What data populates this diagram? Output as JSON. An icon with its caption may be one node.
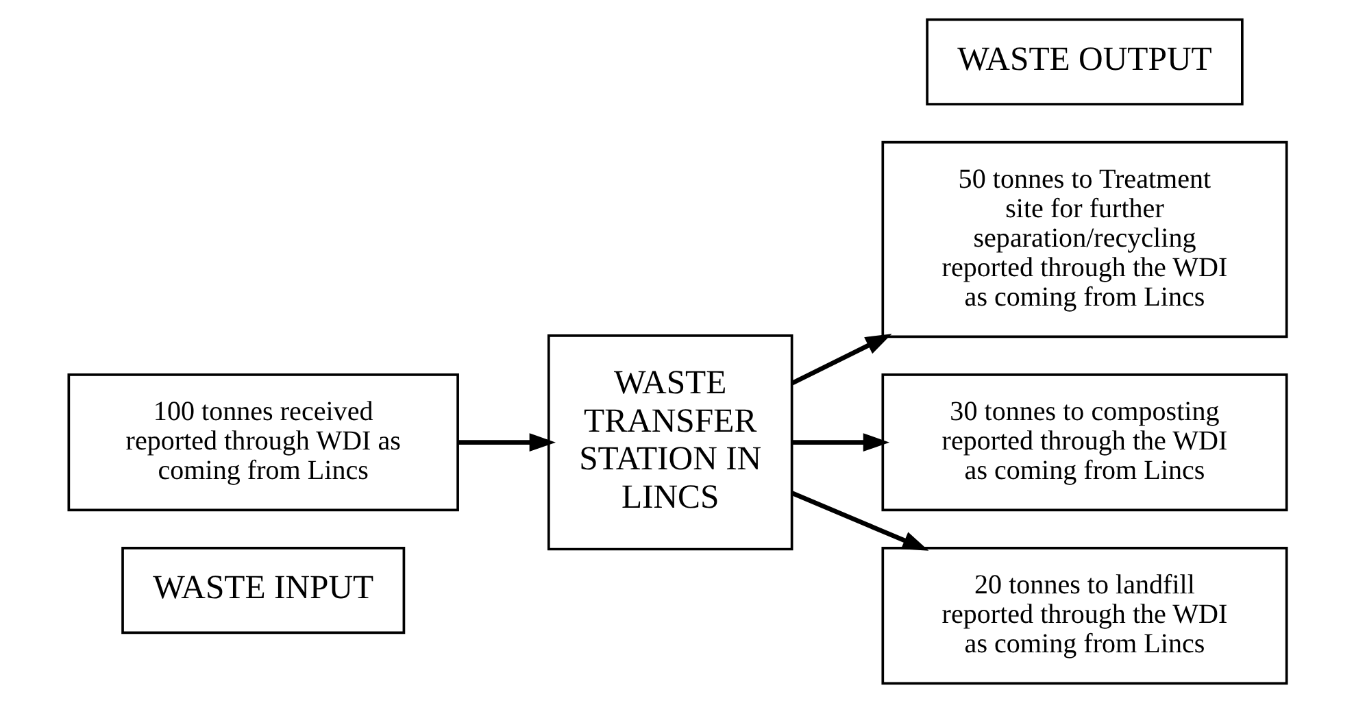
{
  "diagram": {
    "nodes": [
      {
        "text": [
          "WASTE INPUT"
        ]
      },
      {
        "text": [
          "100 tonnes received reported through WDI as coming from Lincs"
        ]
      },
      {
        "text": [
          "WASTE TRANSFER STATION IN LINCS"
        ]
      },
      {
        "text": [
          "50 tonnes to Treatment site for further separation/recycling reported through the WDI as coming from Lincs"
        ]
      },
      {
        "text": [
          "30 tonnes to composting reported through the WDI as coming from Lincs"
        ]
      },
      {
        "text": [
          "20 tonnes to landfill reported through the WDI as coming from Lincs"
        ]
      },
      {
        "text": [
          "WASTE OUTPUT"
        ]
      }
    ],
    "edges": [
      {
        "from": 1,
        "to": 2,
        "arrow": "to"
      },
      {
        "from": 2,
        "to": 3,
        "arrow": "to"
      },
      {
        "from": 2,
        "to": 4,
        "arrow": "to"
      },
      {
        "from": 2,
        "to": 5,
        "arrow": "to"
      }
    ]
  }
}
